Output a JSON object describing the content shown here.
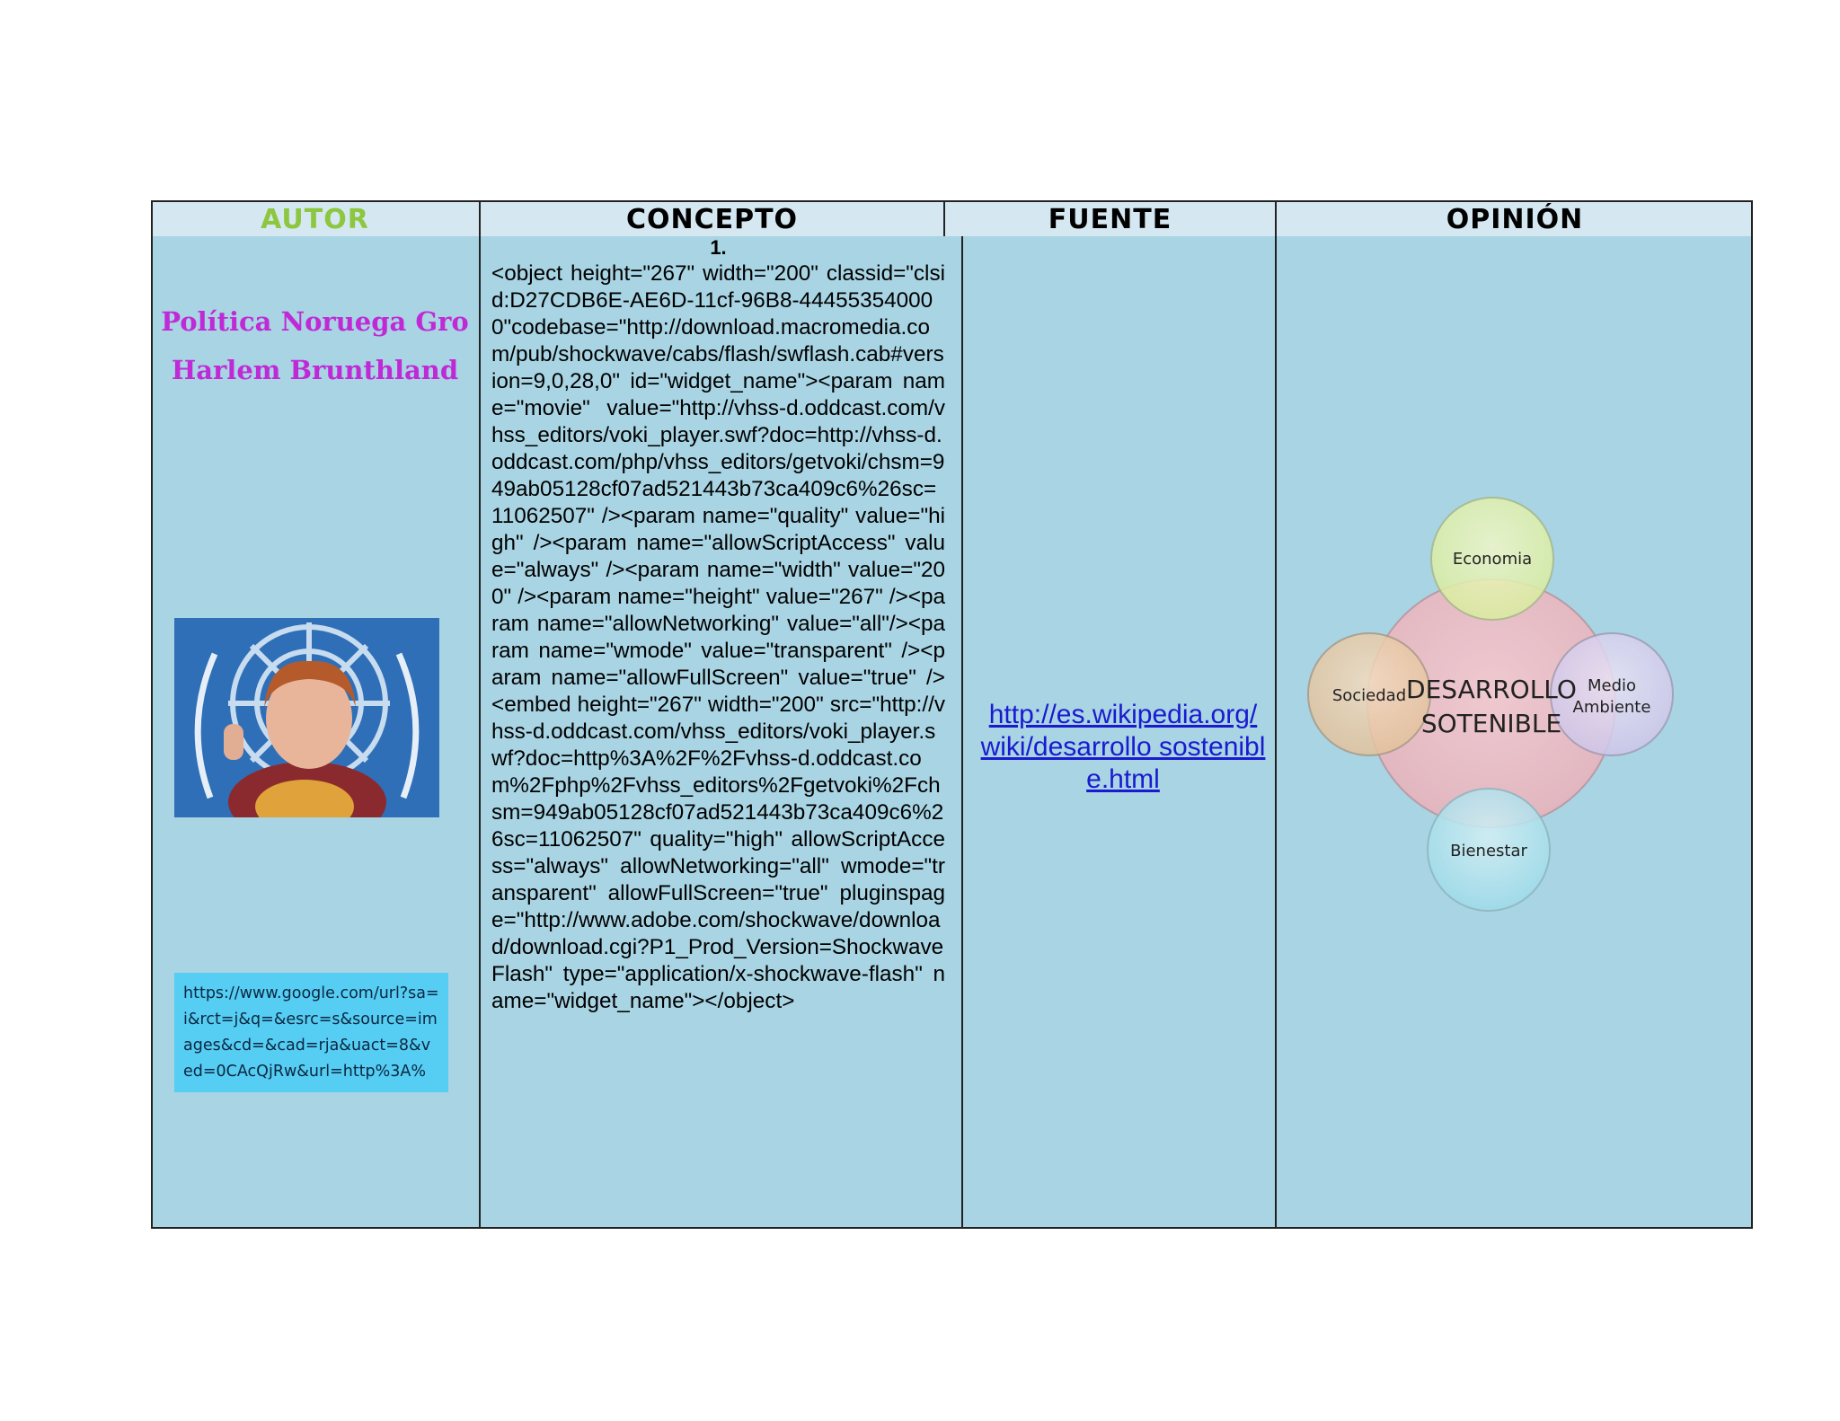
{
  "headers": {
    "autor": "AUTOR",
    "concepto": "CONCEPTO",
    "fuente": "FUENTE",
    "opinion": "OPINIÓN"
  },
  "colors": {
    "header_fill": "#d5e8f1",
    "body_fill": "#a8d4e3",
    "autor_header": "#8dc63f",
    "author_name": "#c02ad6",
    "url_box": "#56cdf3",
    "link": "#1a1ad0"
  },
  "autor": {
    "name_line1": "Política Noruega Gro",
    "name_line2": "Harlem Brunthland",
    "photo_icon": "portrait-photo-un-emblem",
    "image_url": "https://www.google.com/url?sa=i&rct=j&q=&esrc=s&source=images&cd=&cad=rja&uact=8&ved=0CAcQjRw&url=http%3A%"
  },
  "concepto": {
    "number": "1.",
    "text": "<object height=\"267\" width=\"200\" classid=\"clsid:D27CDB6E-AE6D-11cf-96B8-444553540000\"codebase=\"http://download.macromedia.com/pub/shockwave/cabs/flash/swflash.cab#version=9,0,28,0\" id=\"widget_name\"><param name=\"movie\" value=\"http://vhss-d.oddcast.com/vhss_editors/voki_player.swf?doc=http://vhss-d.oddcast.com/php/vhss_editors/getvoki/chsm=949ab05128cf07ad521443b73ca409c6%26sc=11062507\" /><param name=\"quality\" value=\"high\" /><param name=\"allowScriptAccess\" value=\"always\" /><param name=\"width\" value=\"200\" /><param name=\"height\" value=\"267\" /><param name=\"allowNetworking\" value=\"all\"/><param name=\"wmode\" value=\"transparent\" /><param name=\"allowFullScreen\" value=\"true\" /><embed height=\"267\" width=\"200\" src=\"http://vhss-d.oddcast.com/vhss_editors/voki_player.swf?doc=http%3A%2F%2Fvhss-d.oddcast.com%2Fphp%2Fvhss_editors%2Fgetvoki%2Fchsm=949ab05128cf07ad521443b73ca409c6%26sc=11062507\" quality=\"high\" allowScriptAccess=\"always\" allowNetworking=\"all\" wmode=\"transparent\" allowFullScreen=\"true\" pluginspage=\"http://www.adobe.com/shockwave/download/download.cgi?P1_Prod_Version=ShockwaveFlash\" type=\"application/x-shockwave-flash\" name=\"widget_name\"></object>"
  },
  "fuente": {
    "link": "http://es.wikipedia.org/wiki/desarrollo sostenible.html"
  },
  "opinion": {
    "center_line1": "DESARROLLO",
    "center_line2": "SOTENIBLE",
    "top": "Economia",
    "left": "Sociedad",
    "right_line1": "Medio",
    "right_line2": "Ambiente",
    "bottom": "Bienestar"
  }
}
